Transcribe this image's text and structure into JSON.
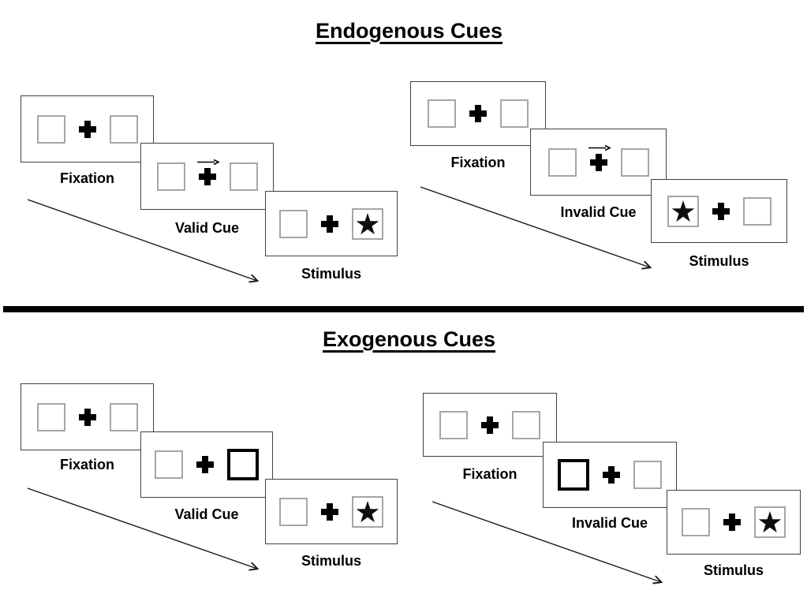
{
  "colors": {
    "background": "#ffffff",
    "card_border": "#404040",
    "placeholder_box_border": "#a6a6a6",
    "ink": "#000000"
  },
  "icons": {
    "fixation_cross_icon": "✚",
    "endogenous_cue_arrow_icon": "→",
    "exogenous_cue_box": "thick-outlined-square",
    "star_icon": "★",
    "sequence_arrow_icon": "↘"
  },
  "endogenous": {
    "title": "Endogenous Cues",
    "valid": {
      "fixation_label": "Fixation",
      "cue_label": "Valid Cue",
      "stimulus_label": "Stimulus"
    },
    "invalid": {
      "fixation_label": "Fixation",
      "cue_label": "Invalid Cue",
      "stimulus_label": "Stimulus"
    }
  },
  "exogenous": {
    "title": "Exogenous Cues",
    "valid": {
      "fixation_label": "Fixation",
      "cue_label": "Valid Cue",
      "stimulus_label": "Stimulus"
    },
    "invalid": {
      "fixation_label": "Fixation",
      "cue_label": "Invalid Cue",
      "stimulus_label": "Stimulus"
    }
  }
}
